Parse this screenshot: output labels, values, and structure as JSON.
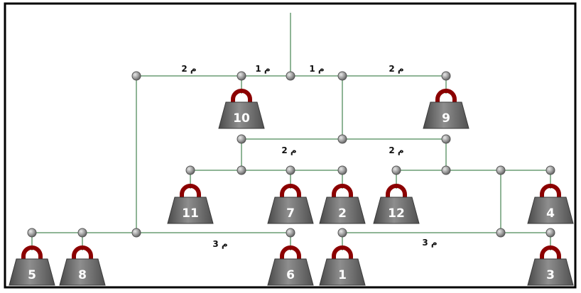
{
  "colors": {
    "frame": "#000000",
    "rod": "#8fb596",
    "joint": "#9a9a9a",
    "weight_body": "#6e6e6e",
    "weight_handle": "#8b0000",
    "label_text": "#ffffff"
  },
  "distance_labels": [
    "م 2",
    "م 1",
    "م 1",
    "م 2",
    "م 2",
    "م 2",
    "م 3",
    "م 3"
  ],
  "weights": [
    "10",
    "9",
    "11",
    "7",
    "2",
    "12",
    "4",
    "5",
    "8",
    "6",
    "1",
    "3"
  ]
}
